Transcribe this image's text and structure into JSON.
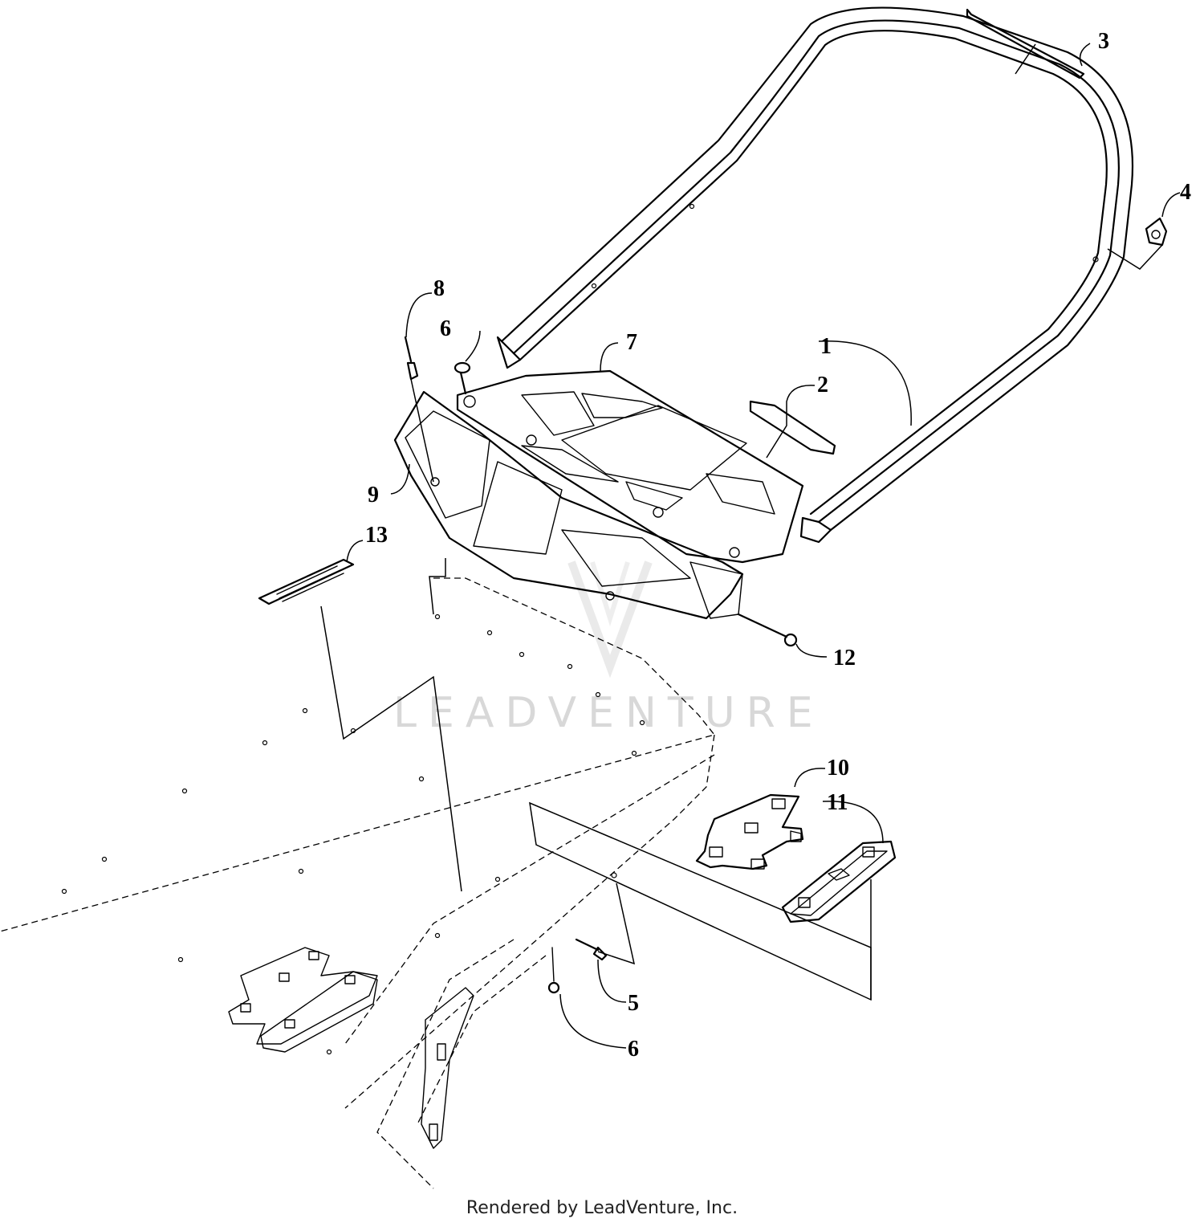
{
  "watermark": "LEADVENTURE",
  "footer_text": "Rendered by LeadVenture, Inc.",
  "callouts": [
    {
      "id": "c1",
      "label": "1"
    },
    {
      "id": "c2",
      "label": "2"
    },
    {
      "id": "c3",
      "label": "3"
    },
    {
      "id": "c4",
      "label": "4"
    },
    {
      "id": "c5",
      "label": "5"
    },
    {
      "id": "c6a",
      "label": "6"
    },
    {
      "id": "c6b",
      "label": "6"
    },
    {
      "id": "c7",
      "label": "7"
    },
    {
      "id": "c8",
      "label": "8"
    },
    {
      "id": "c9",
      "label": "9"
    },
    {
      "id": "c10",
      "label": "10"
    },
    {
      "id": "c11",
      "label": "11"
    },
    {
      "id": "c12",
      "label": "12"
    },
    {
      "id": "c13",
      "label": "13"
    }
  ]
}
